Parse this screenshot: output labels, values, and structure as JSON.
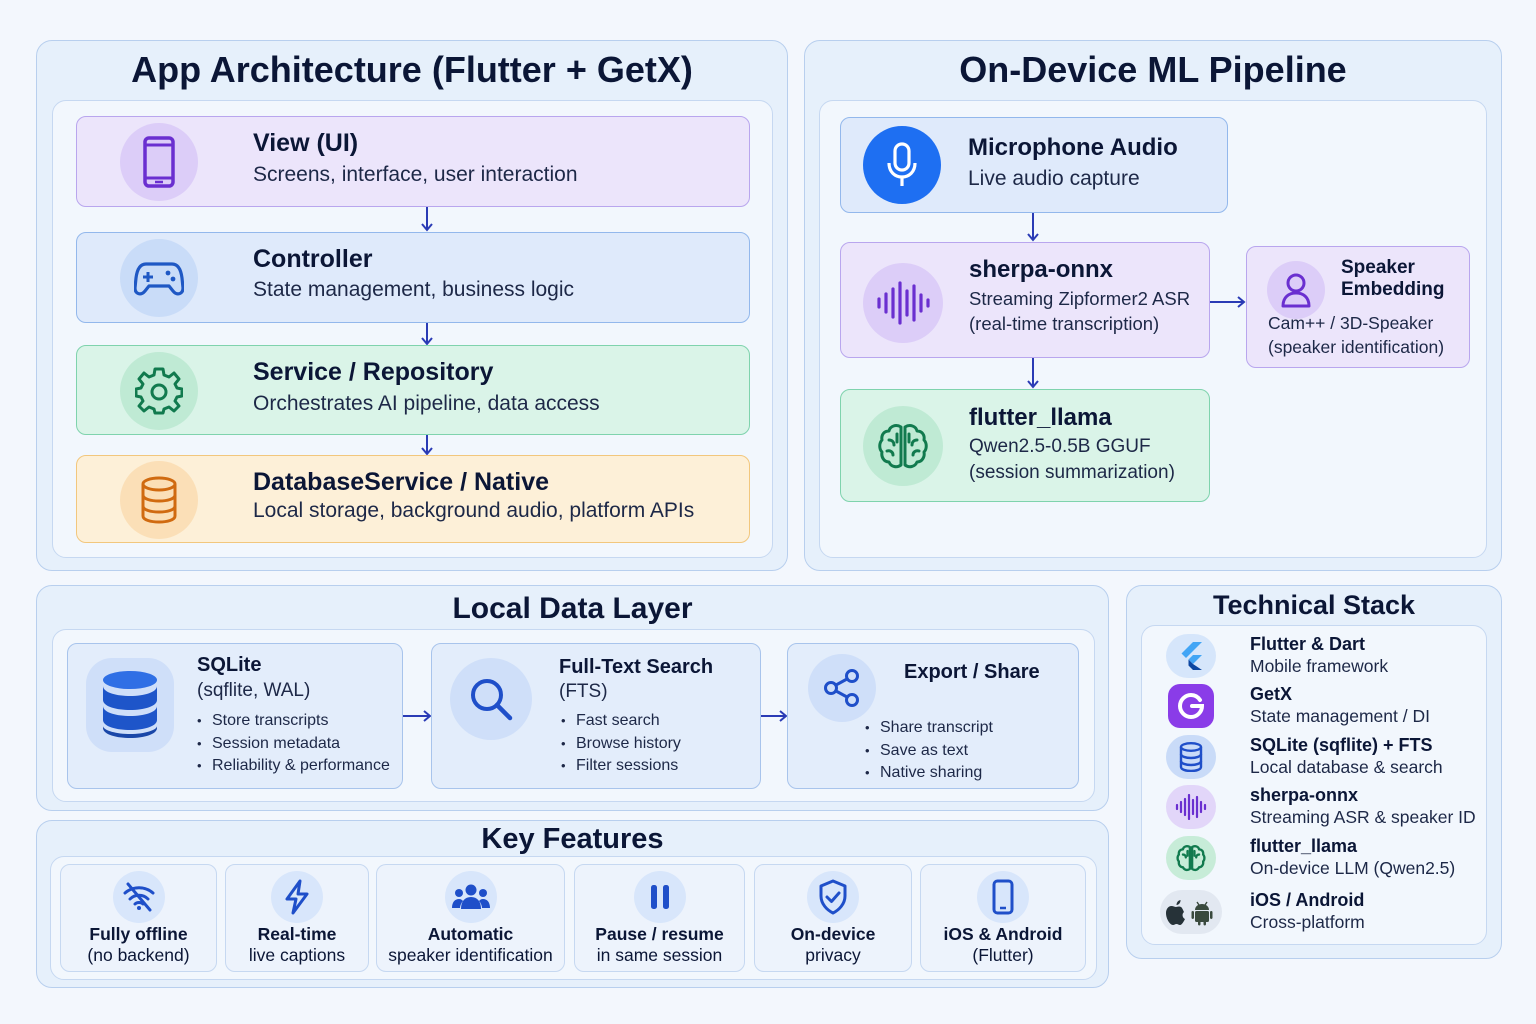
{
  "arch": {
    "title": "App Architecture (Flutter + GetX)",
    "layers": [
      {
        "title": "View (UI)",
        "sub": "Screens, interface, user interaction",
        "icon": "phone-icon"
      },
      {
        "title": "Controller",
        "sub": "State management, business logic",
        "icon": "gamepad-icon"
      },
      {
        "title": "Service / Repository",
        "sub": "Orchestrates AI pipeline, data access",
        "icon": "gear-icon"
      },
      {
        "title": "DatabaseService / Native",
        "sub": "Local storage, background audio, platform APIs",
        "icon": "database-icon"
      }
    ]
  },
  "ml": {
    "title": "On-Device ML Pipeline",
    "mic": {
      "title": "Microphone Audio",
      "sub": "Live audio capture"
    },
    "sherpa": {
      "title": "sherpa-onnx",
      "line1": "Streaming Zipformer2 ASR",
      "line2": "(real-time transcription)"
    },
    "speaker": {
      "title1": "Speaker",
      "title2": "Embedding",
      "line1": "Cam++ / 3D-Speaker",
      "line2": "(speaker identification)"
    },
    "llama": {
      "title": "flutter_llama",
      "line1": "Qwen2.5-0.5B GGUF",
      "line2": "(session summarization)"
    }
  },
  "data": {
    "title": "Local Data Layer",
    "sqlite": {
      "title": "SQLite",
      "sub": "(sqflite, WAL)",
      "bullets": [
        "Store transcripts",
        "Session metadata",
        "Reliability & performance"
      ]
    },
    "fts": {
      "title": "Full-Text Search",
      "sub": "(FTS)",
      "bullets": [
        "Fast search",
        "Browse history",
        "Filter sessions"
      ]
    },
    "export": {
      "title": "Export / Share",
      "bullets": [
        "Share transcript",
        "Save as text",
        "Native sharing"
      ]
    }
  },
  "stack": {
    "title": "Technical Stack",
    "items": [
      {
        "name": "Flutter & Dart",
        "desc": "Mobile framework",
        "icon": "flutter-icon"
      },
      {
        "name": "GetX",
        "desc": "State management / DI",
        "icon": "getx-icon"
      },
      {
        "name": "SQLite (sqflite) + FTS",
        "desc": "Local database & search",
        "icon": "database-icon"
      },
      {
        "name": "sherpa-onnx",
        "desc": "Streaming ASR & speaker ID",
        "icon": "waveform-icon"
      },
      {
        "name": "flutter_llama",
        "desc": "On-device LLM (Qwen2.5)",
        "icon": "brain-icon"
      },
      {
        "name": "iOS / Android",
        "desc": "Cross-platform",
        "icon": "apple-android-icon"
      }
    ]
  },
  "features": {
    "title": "Key Features",
    "items": [
      {
        "line1": "Fully offline",
        "line2": "(no backend)",
        "icon": "wifi-off-icon"
      },
      {
        "line1": "Real-time",
        "line2": "live captions",
        "icon": "lightning-icon"
      },
      {
        "line1": "Automatic",
        "line2": "speaker identification",
        "icon": "users-icon"
      },
      {
        "line1": "Pause / resume",
        "line2": "in same session",
        "icon": "pause-icon"
      },
      {
        "line1": "On-device",
        "line2": "privacy",
        "icon": "shield-check-icon"
      },
      {
        "line1": "iOS & Android",
        "line2": "(Flutter)",
        "icon": "phone-icon"
      }
    ]
  },
  "colors": {
    "view": "#ece5fb",
    "controller": "#dfeafb",
    "service": "#daf4e8",
    "database": "#fdf0d8",
    "arrow": "#2a3bb5",
    "accent_blue": "#1e6ff2"
  }
}
